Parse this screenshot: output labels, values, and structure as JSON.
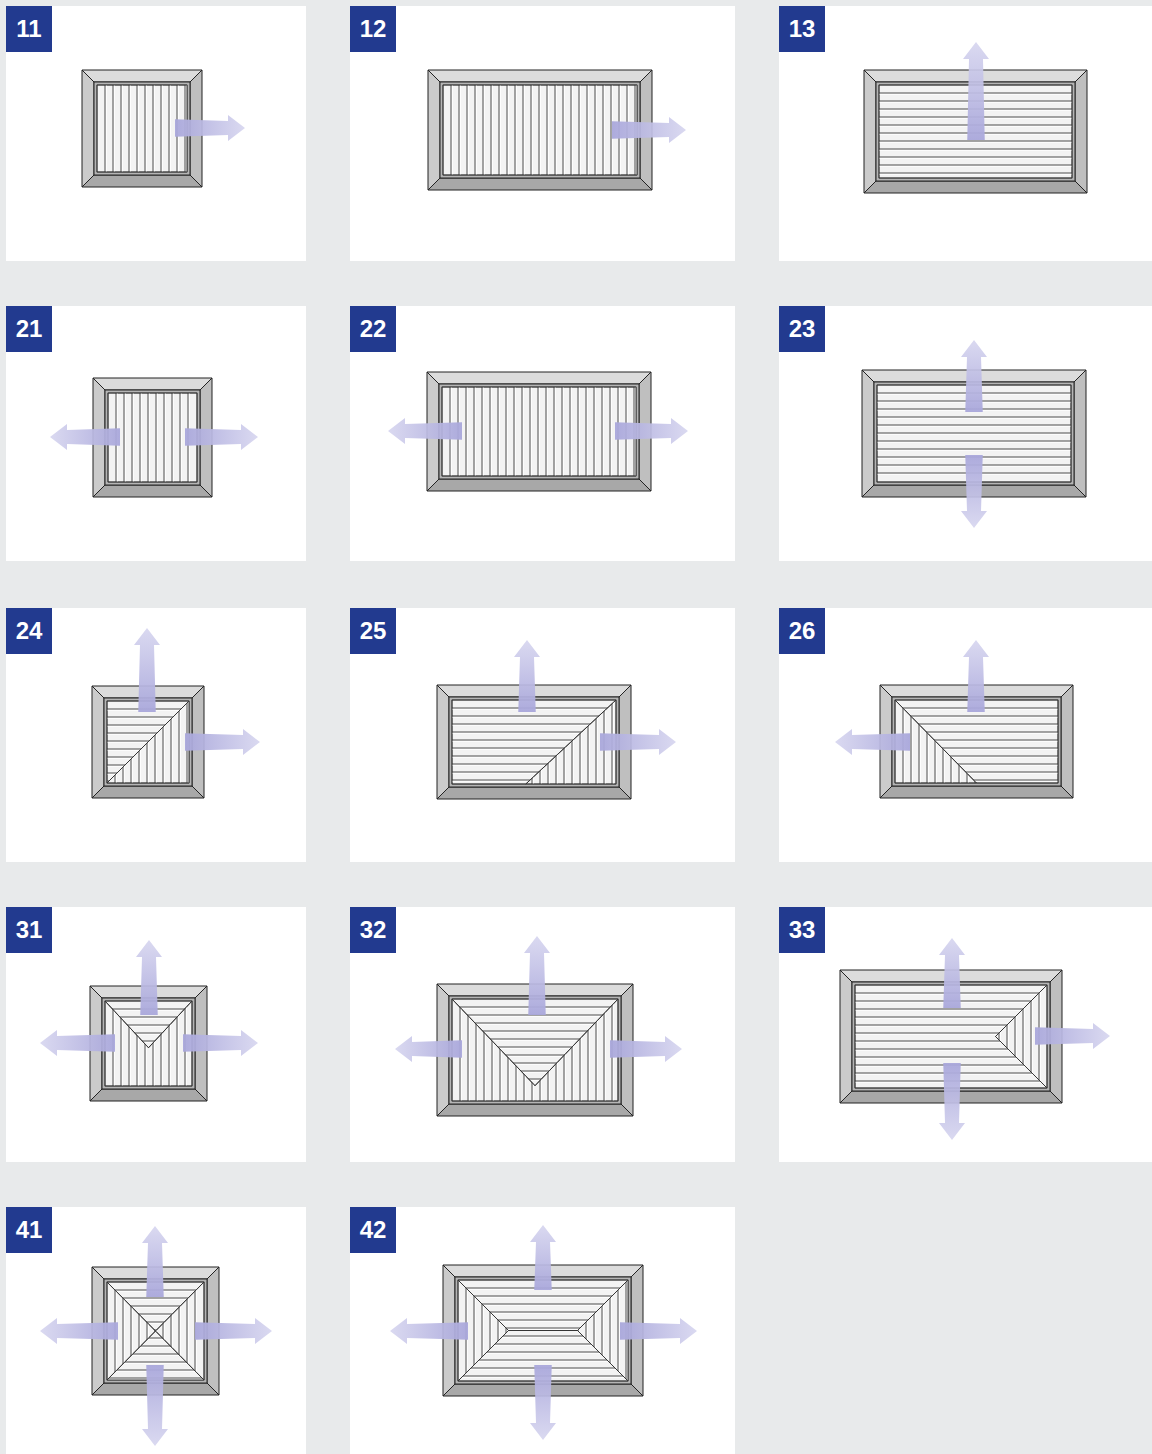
{
  "diagram": {
    "nodes": [
      {
        "text": [
          "11"
        ]
      },
      {
        "text": [
          "12"
        ]
      },
      {
        "text": [
          "13"
        ]
      },
      {
        "text": [
          "21"
        ]
      },
      {
        "text": [
          "22"
        ]
      },
      {
        "text": [
          "23"
        ]
      },
      {
        "text": [
          "24"
        ]
      },
      {
        "text": [
          "25"
        ]
      },
      {
        "text": [
          "26"
        ]
      },
      {
        "text": [
          "31"
        ]
      },
      {
        "text": [
          "32"
        ]
      },
      {
        "text": [
          "33"
        ]
      },
      {
        "text": [
          "41"
        ]
      },
      {
        "text": [
          "42"
        ]
      }
    ]
  }
}
